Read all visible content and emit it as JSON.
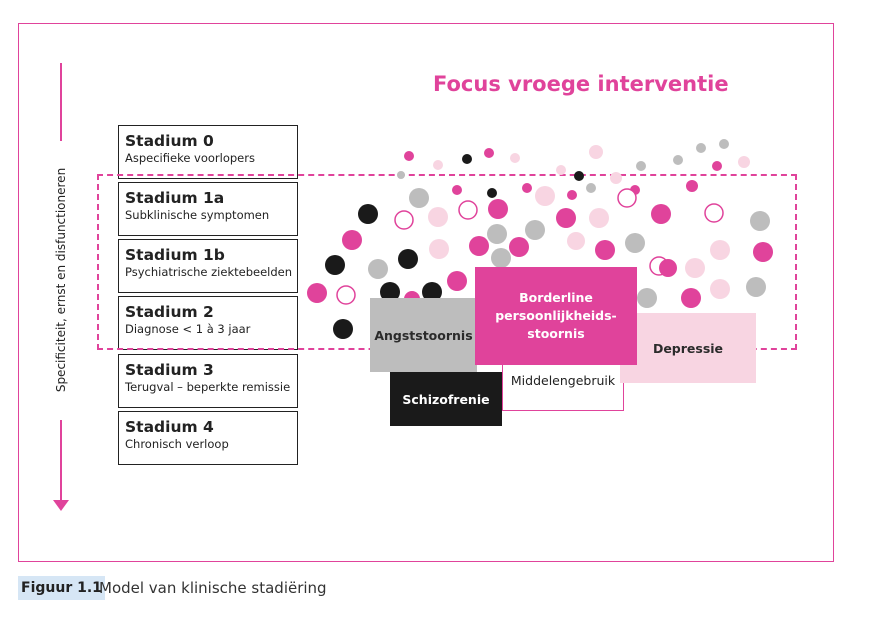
{
  "axis_label": "Specificiteit, ernst en disfunctioneren",
  "focus_title": "Focus vroege interventie",
  "stages": [
    {
      "title": "Stadium 0",
      "subtitle": "Aspecifieke voorlopers"
    },
    {
      "title": "Stadium 1a",
      "subtitle": "Subklinische symptomen"
    },
    {
      "title": "Stadium 1b",
      "subtitle": "Psychiatrische ziektebeelden"
    },
    {
      "title": "Stadium 2",
      "subtitle": "Diagnose < 1 à 3 jaar"
    },
    {
      "title": "Stadium 3",
      "subtitle": "Terugval – beperkte remissie"
    },
    {
      "title": "Stadium 4",
      "subtitle": "Chronisch verloop"
    }
  ],
  "disorders": {
    "angst": "Angststoornis",
    "borderline": "Borderline persoonlijkheids-stoornis",
    "depressie": "Depressie",
    "middelen": "Middelengebruik",
    "schizofrenie": "Schizofrenie"
  },
  "caption": {
    "label": "Figuur 1.1",
    "text": "Model van klinische stadiëring"
  },
  "colors": {
    "accent": "#e0439b",
    "light_pink": "#f8d5e2",
    "grey": "#bdbdbd",
    "dark": "#1a1a1a",
    "caption_highlight": "#d6e6f5"
  }
}
